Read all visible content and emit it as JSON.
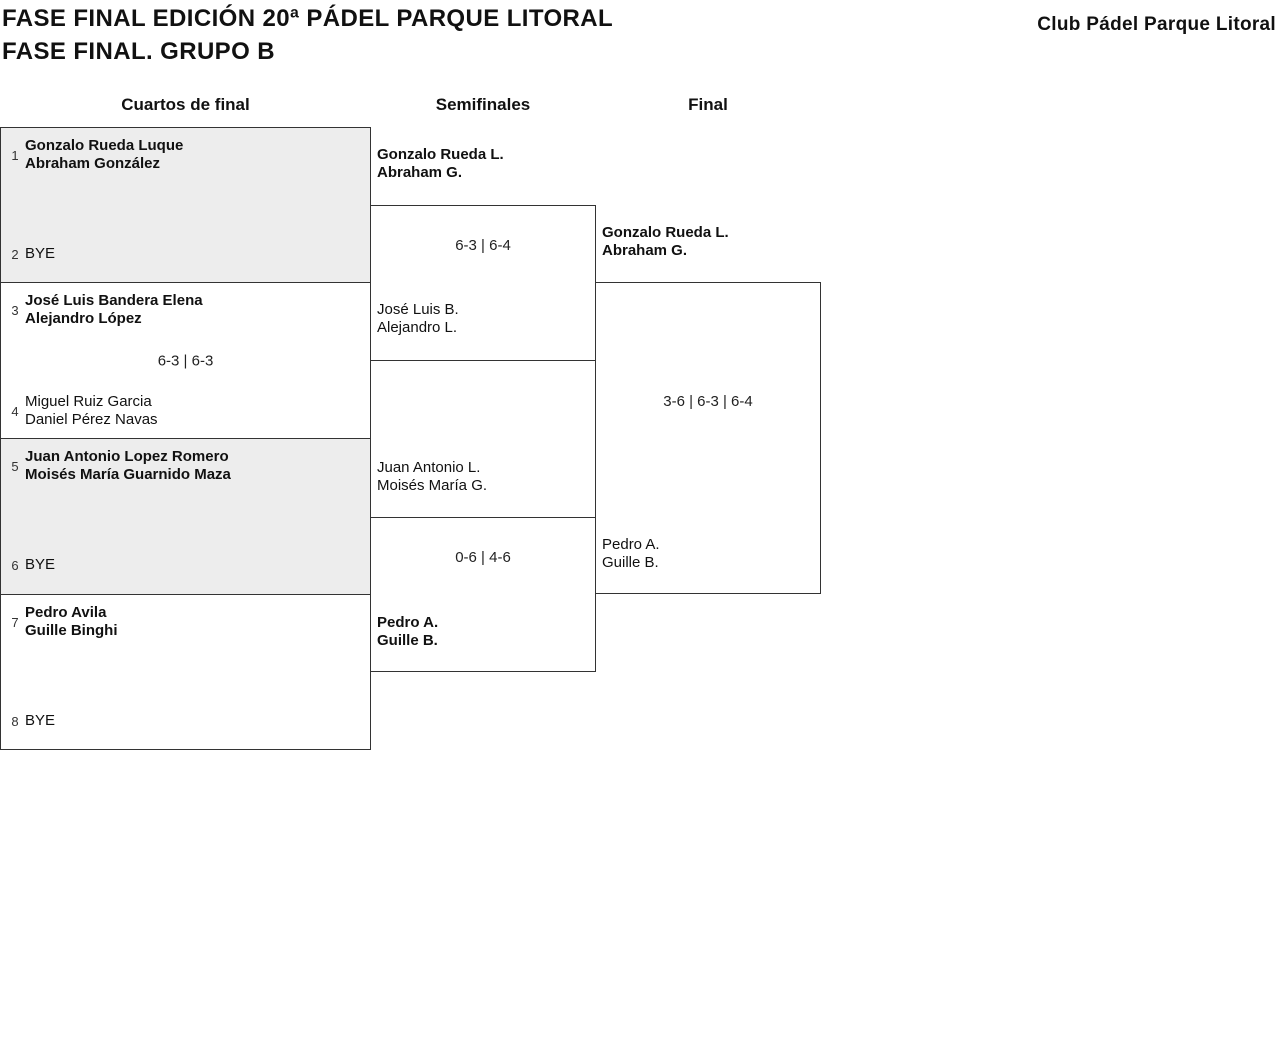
{
  "header": {
    "title_line1": "FASE FINAL EDICIÓN 20ª PÁDEL PARQUE LITORAL",
    "title_line2": "FASE FINAL. GRUPO B",
    "club": "Club Pádel Parque Litoral"
  },
  "columns": [
    "Cuartos de final",
    "Semifinales",
    "Final"
  ],
  "style": {
    "border_color": "#333333",
    "shaded_box_bg": "#ededed",
    "text_color": "#111111"
  },
  "bracket": {
    "quarterfinals": [
      {
        "slots": [
          {
            "seed": "1",
            "line1": "Gonzalo Rueda Luque",
            "line2": "Abraham González"
          },
          {
            "seed": "2",
            "line1": "BYE",
            "line2": ""
          }
        ],
        "score": ""
      },
      {
        "slots": [
          {
            "seed": "3",
            "line1": "José Luis Bandera Elena",
            "line2": "Alejandro López"
          },
          {
            "seed": "4",
            "line1": "Miguel Ruiz Garcia",
            "line2": "Daniel Pérez Navas"
          }
        ],
        "score": "6-3 | 6-3"
      },
      {
        "slots": [
          {
            "seed": "5",
            "line1": "Juan Antonio Lopez Romero",
            "line2": "Moisés María Guarnido Maza"
          },
          {
            "seed": "6",
            "line1": "BYE",
            "line2": ""
          }
        ],
        "score": ""
      },
      {
        "slots": [
          {
            "seed": "7",
            "line1": "Pedro Avila",
            "line2": "Guille Binghi"
          },
          {
            "seed": "8",
            "line1": "BYE",
            "line2": ""
          }
        ],
        "score": ""
      }
    ],
    "semifinals": [
      {
        "top": {
          "line1": "Gonzalo Rueda L.",
          "line2": "Abraham G."
        },
        "score": "6-3 | 6-4",
        "bottom": {
          "line1": "José Luis B.",
          "line2": "Alejandro L."
        }
      },
      {
        "top": {
          "line1": "Juan Antonio L.",
          "line2": "Moisés María G."
        },
        "score": "0-6 | 4-6",
        "bottom": {
          "line1": "Pedro A.",
          "line2": "Guille B."
        }
      }
    ],
    "final": {
      "top": {
        "line1": "Gonzalo Rueda L.",
        "line2": "Abraham G."
      },
      "score": "3-6 | 6-3 | 6-4",
      "bottom": {
        "line1": "Pedro A.",
        "line2": "Guille B."
      }
    }
  }
}
